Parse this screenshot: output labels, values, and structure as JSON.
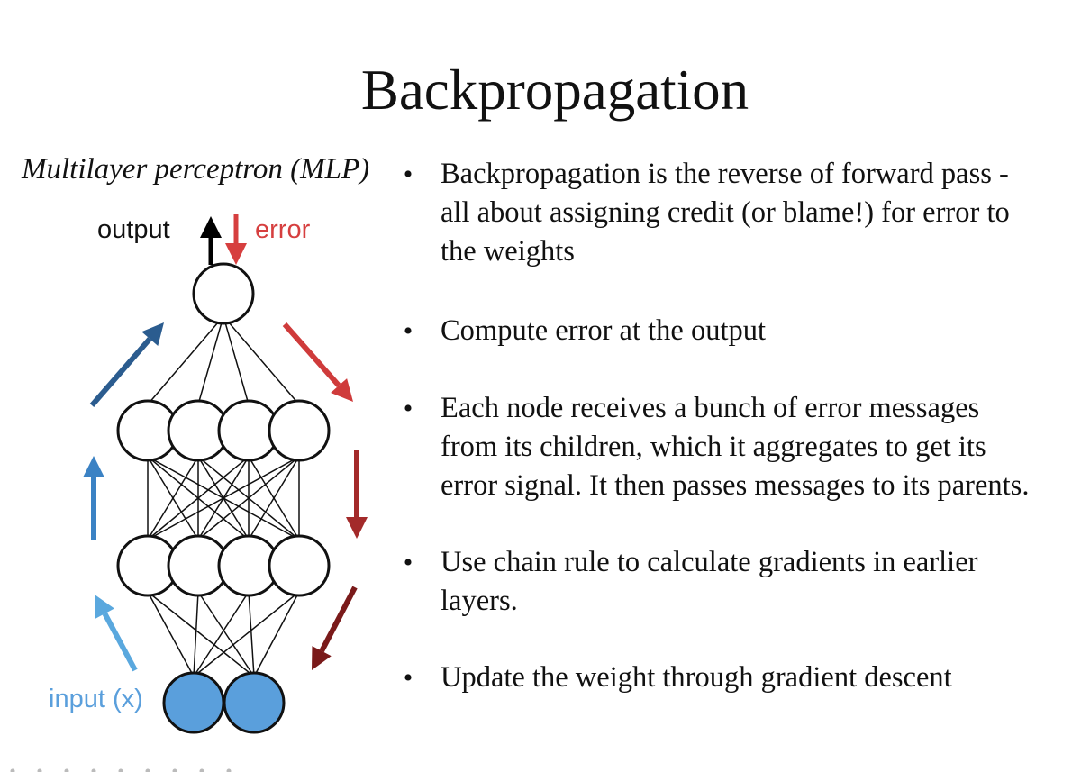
{
  "slide": {
    "title": "Backpropagation",
    "diagram_caption": "Multilayer perceptron (MLP)"
  },
  "diagram": {
    "output_label": "output",
    "error_label": "error",
    "input_label": "input (x)",
    "layers": [
      {
        "name": "output",
        "nodes": 1
      },
      {
        "name": "hidden-2",
        "nodes": 4
      },
      {
        "name": "hidden-1",
        "nodes": 4
      },
      {
        "name": "input",
        "nodes": 2
      }
    ],
    "colors": {
      "input_fill": "#5a9fdc",
      "error_red": "#d63f3f",
      "forward_blue_dark": "#2b5c8f",
      "forward_blue": "#3b82c4",
      "forward_blue_light": "#5aa8de",
      "backward_red": "#cf3b3b",
      "backward_dark_red": "#a32a2a",
      "backward_darkest_red": "#7a1a1a"
    }
  },
  "bullets": [
    {
      "text": "Backpropagation is the reverse of forward pass -\nall about assigning credit (or blame!) for error to\nthe weights"
    },
    {
      "text": "Compute error at the output"
    },
    {
      "text": "Each node receives a bunch of error messages\nfrom its children, which it aggregates to get its\nerror signal. It then passes messages to its parents."
    },
    {
      "text": "Use chain rule to calculate gradients in earlier\nlayers."
    },
    {
      "text": "Update the weight through gradient descent"
    }
  ]
}
